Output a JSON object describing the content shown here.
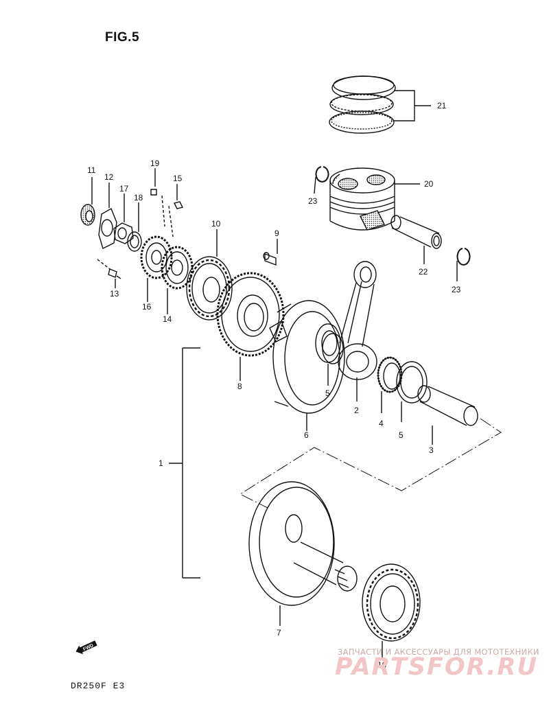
{
  "figure_title": "FIG.5",
  "model_label": "DR250F  E3",
  "watermark": {
    "subtitle": "ЗАПЧАСТИ И АКСЕССУАРЫ ДЛЯ МОТОТЕХНИКИ",
    "brand": "PARTSFOR.RU"
  },
  "fwd_badge": "FWD",
  "callouts": {
    "c1": "1",
    "c2": "2",
    "c3": "3",
    "c4": "4",
    "c5a": "5",
    "c5b": "5",
    "c6": "6",
    "c7": "7",
    "c8": "8",
    "c9": "9",
    "c10a": "10",
    "c10b": "10",
    "c11": "11",
    "c12": "12",
    "c13": "13",
    "c14": "14",
    "c15": "15",
    "c16": "16",
    "c17": "17",
    "c18": "18",
    "c19": "19",
    "c20": "20",
    "c21": "21",
    "c22": "22",
    "c23a": "23",
    "c23b": "23"
  },
  "parts": [
    {
      "id": "piston-rings"
    },
    {
      "id": "piston"
    },
    {
      "id": "piston-pin"
    },
    {
      "id": "circlip-left"
    },
    {
      "id": "circlip-right"
    },
    {
      "id": "connecting-rod"
    },
    {
      "id": "crank-pin"
    },
    {
      "id": "needle-bearing"
    },
    {
      "id": "thrust-washer"
    },
    {
      "id": "crank-web-right"
    },
    {
      "id": "crank-web-left"
    },
    {
      "id": "crank-bearing-right"
    },
    {
      "id": "crank-bearing-left"
    },
    {
      "id": "primary-gear"
    },
    {
      "id": "pin-9"
    },
    {
      "id": "gear-14"
    },
    {
      "id": "gear-16"
    },
    {
      "id": "nut-17"
    },
    {
      "id": "washer-18"
    },
    {
      "id": "oil-seal-11"
    },
    {
      "id": "lock-plate-12"
    },
    {
      "id": "screw-13"
    },
    {
      "id": "key-15"
    },
    {
      "id": "key-19"
    }
  ]
}
